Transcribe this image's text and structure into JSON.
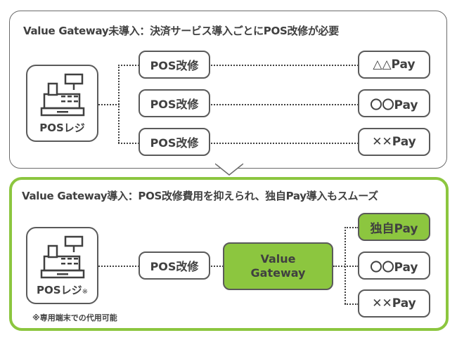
{
  "top": {
    "title": "Value Gateway未導入：決済サービス導入ごとにPOS改修が必要",
    "register": {
      "label": "POSレジ",
      "icon": "cash-register-icon"
    },
    "modifications": [
      "POS改修",
      "POS改修",
      "POS改修"
    ],
    "payments": [
      "△△Pay",
      "〇〇Pay",
      "✕✕Pay"
    ]
  },
  "bottom": {
    "title": "Value Gateway導入：POS改修費用を抑えられ、独自Pay導入もスムーズ",
    "register": {
      "label": "POSレジ",
      "label_mark": "※",
      "icon": "cash-register-icon"
    },
    "footnote": "※専用端末での代用可能",
    "modification": "POS改修",
    "gateway": {
      "line1": "Value",
      "line2": "Gateway"
    },
    "payments": [
      "独自Pay",
      "〇〇Pay",
      "✕✕Pay"
    ]
  },
  "colors": {
    "accent_green": "#8cc63f",
    "border_gray": "#5a5a5a",
    "text": "#404040"
  }
}
